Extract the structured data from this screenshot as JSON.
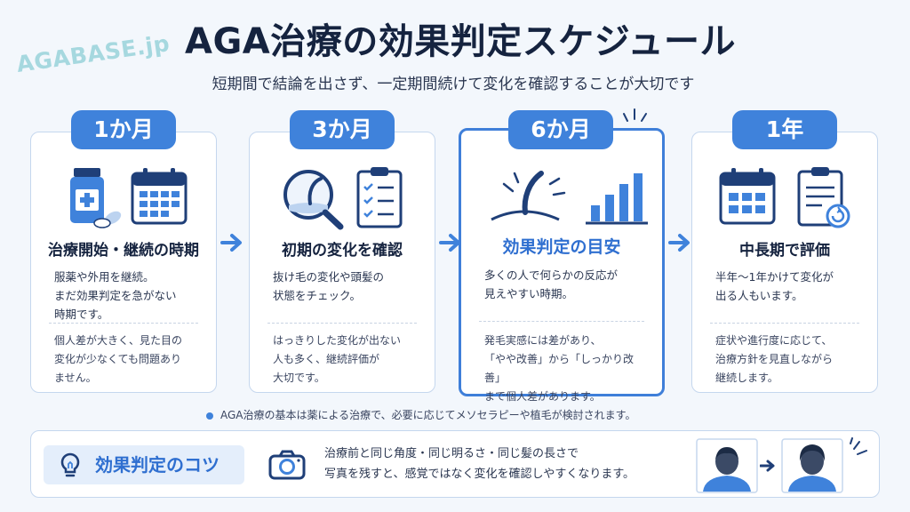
{
  "watermark": "AGABASE.jp",
  "title": "AGA治療の効果判定スケジュール",
  "subtitle": "短期間で結論を出さず、一定期間続けて変化を確認することが大切です",
  "cards": [
    {
      "badge": "1か月",
      "heading": "治療開始・継続の時期",
      "text1": "服薬や外用を継続。\nまだ効果判定を急がない\n時期です。",
      "text2": "個人差が大きく、見た目の\n変化が少なくても問題あり\nません。",
      "icons": [
        "medicine-bottle-icon",
        "calendar-icon"
      ]
    },
    {
      "badge": "3か月",
      "heading": "初期の変化を確認",
      "text1": "抜け毛の変化や頭髪の\n状態をチェック。",
      "text2": "はっきりした変化が出ない\n人も多く、継続評価が\n大切です。",
      "icons": [
        "magnifier-hair-icon",
        "checklist-icon"
      ]
    },
    {
      "badge": "6か月",
      "heading": "効果判定の目安",
      "text1": "多くの人で何らかの反応が\n見えやすい時期。",
      "text2": "発毛実感には差があり、\n「やや改善」から「しっかり改善」\nまで個人差があります。",
      "icons": [
        "hair-growth-icon",
        "bar-chart-icon"
      ]
    },
    {
      "badge": "1年",
      "heading": "中長期で評価",
      "text1": "半年〜1年かけて変化が\n出る人もいます。",
      "text2": "症状や進行度に応じて、\n治療方針を見直しながら\n継続します。",
      "icons": [
        "calendar-icon",
        "document-refresh-icon"
      ]
    }
  ],
  "footnote": "AGA治療の基本は薬による治療で、必要に応じてメソセラピーや植毛が検討されます。",
  "tips": {
    "label": "効果判定のコツ",
    "text": "治療前と同じ角度・同じ明るさ・同じ髪の長さで\n写真を残すと、感覚ではなく変化を確認しやすくなります。"
  },
  "colors": {
    "accent": "#3f82db",
    "highlight_border": "#3f7fd9",
    "title": "#15233f",
    "card_border": "#c5d7ee"
  }
}
